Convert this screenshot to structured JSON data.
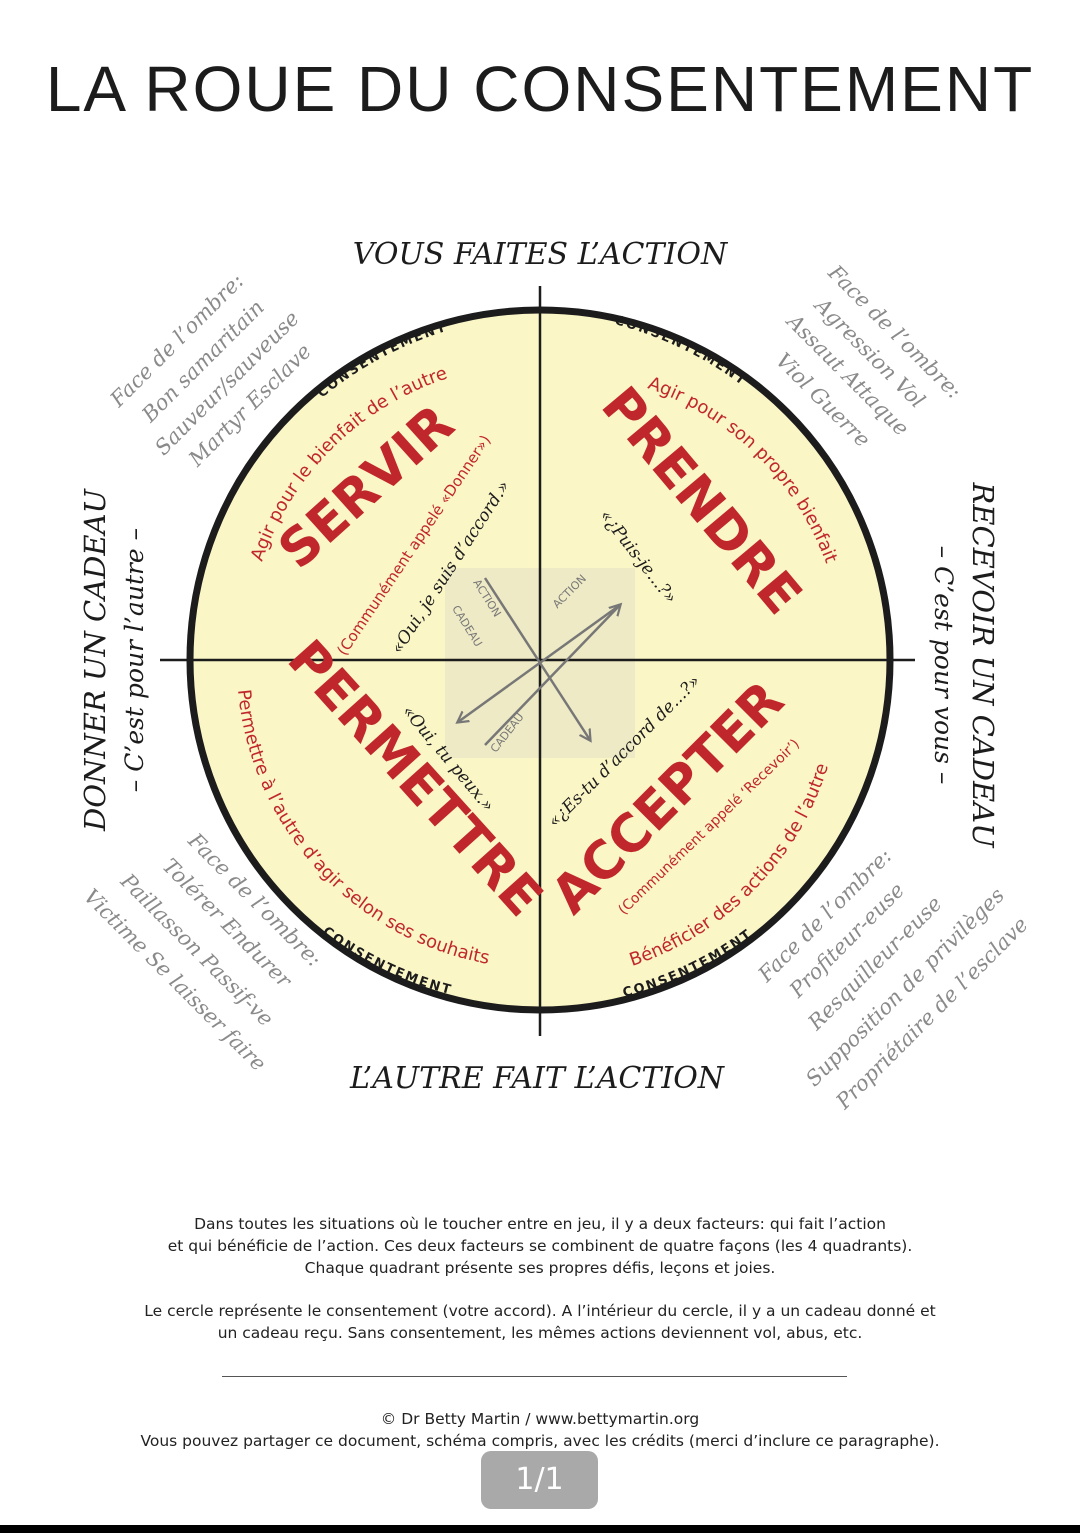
{
  "title": "LA ROUE DU CONSENTEMENT",
  "axes": {
    "top": "VOUS FAITES L’ACTION",
    "bottom": "L’AUTRE FAIT L’ACTION",
    "left_main": "DONNER UN CADEAU",
    "left_sub": "– C’est pour l’autre –",
    "right_main": "RECEVOIR UN CADEAU",
    "right_sub": "– C’est pour vous –"
  },
  "ring_label": "CONSENTEMENT",
  "quadrants": {
    "servir": {
      "name": "SERVIR",
      "arc": "Agir pour le bienfait de l’autre",
      "note": "(Communément appelé «Donner»)",
      "quote": "«Oui, je suis d’accord.»"
    },
    "prendre": {
      "name": "PRENDRE",
      "arc": "Agir pour son propre bienfait",
      "quote": "«¿Puis-je...?»"
    },
    "permettre": {
      "name": "PERMETTRE",
      "arc": "Permettre à l’autre d’agir selon ses souhaits",
      "quote": "«Oui, tu peux.»"
    },
    "accepter": {
      "name": "ACCEPTER",
      "arc": "Bénéficier des actions de l’autre",
      "note": "(Communément appelé ‘Recevoir’)",
      "quote": "«¿Es-tu d’accord de...?»"
    }
  },
  "center_labels": {
    "action_left": "ACTION",
    "cadeau_left": "CADEAU",
    "action_right": "ACTION",
    "cadeau_bottom": "CADEAU"
  },
  "shadows": {
    "top_left": [
      "Face de l’ombre:",
      "Bon samaritain",
      "Sauveur/sauveuse",
      "Martyr   Esclave"
    ],
    "top_right": [
      "Face de l’ombre:",
      "Agression   Vol",
      "Assaut   Attaque",
      "Viol   Guerre"
    ],
    "bottom_left": [
      "Face de l’ombre:",
      "Tolérer   Endurer",
      "Paillasson   Passif-ve",
      "Victime   Se laisser faire"
    ],
    "bottom_right": [
      "Face de l’ombre:",
      "Profiteur-euse",
      "Resquilleur-euse",
      "Supposition de privilèges",
      "Propriétaire de l’esclave"
    ]
  },
  "footer": {
    "p1_l1": "Dans toutes les situations où le toucher entre en jeu, il y a deux facteurs: qui fait l’action",
    "p1_l2": "et qui bénéficie de l’action. Ces deux facteurs se combinent de quatre façons (les 4 quadrants).",
    "p1_l3": "Chaque quadrant présente ses propres défis, leçons et joies.",
    "p2_l1": "Le cercle représente le consentement (votre accord). A l’intérieur du cercle, il y a un cadeau donné et",
    "p2_l2": "un cadeau reçu. Sans consentement, les mêmes actions deviennent vol, abus, etc.",
    "credit": "© Dr Betty Martin  /  www.bettymartin.org",
    "share": "Vous pouvez partager ce document, schéma compris, avec les crédits (merci d’inclure ce paragraphe)."
  },
  "page_indicator": "1/1",
  "colors": {
    "wheel_fill": "#fbf6c6",
    "accent_red": "#c0272d",
    "shadow_gray": "#8a8a8a",
    "ink": "#1c1c1c"
  }
}
